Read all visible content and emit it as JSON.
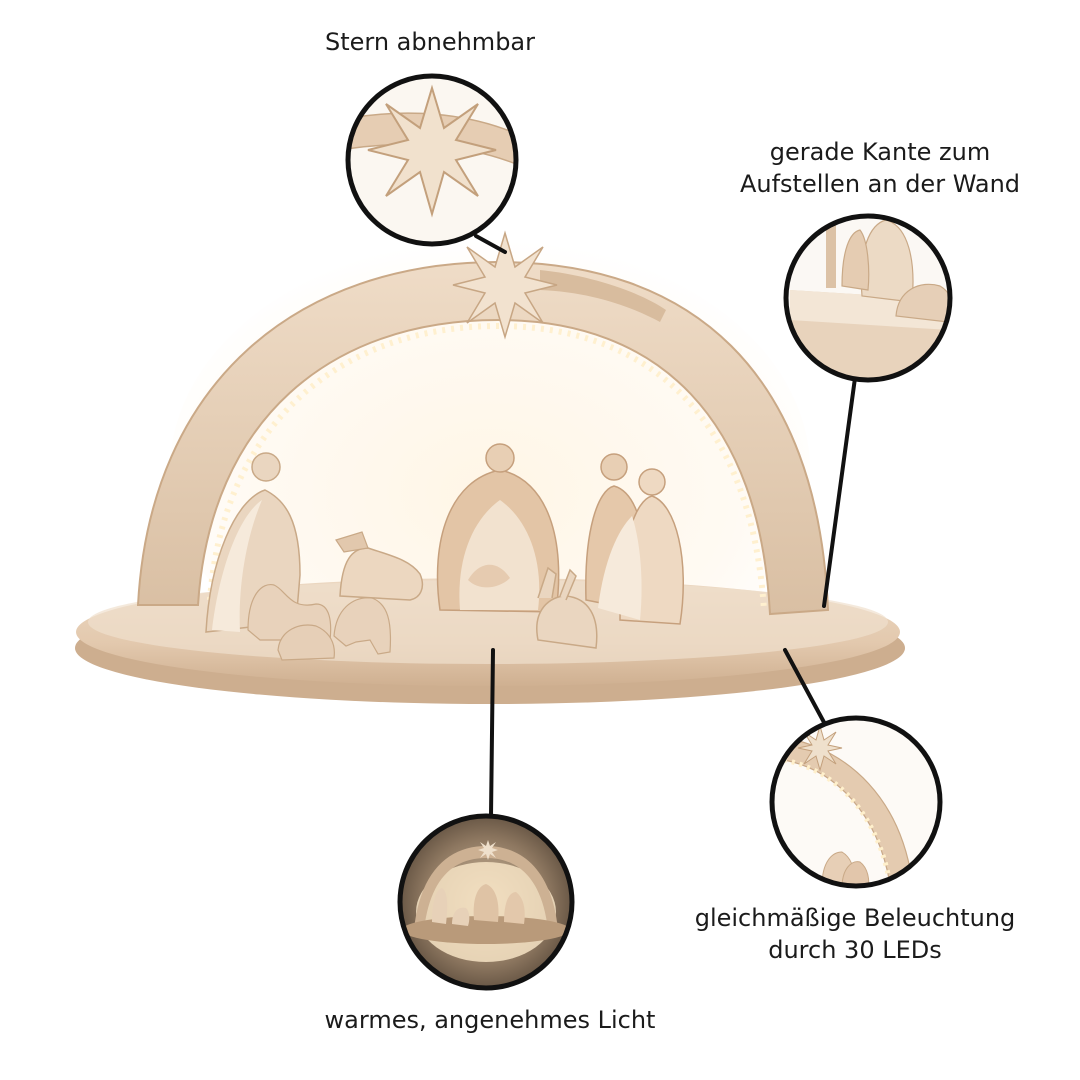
{
  "annotations": {
    "star": {
      "text": "Stern abnehmbar"
    },
    "edge": {
      "line1": "gerade Kante zum",
      "line2": "Aufstellen an der Wand"
    },
    "leds": {
      "line1": "gleichmäßige Beleuchtung",
      "line2": "durch 30 LEDs"
    },
    "light": {
      "text": "warmes, angenehmes Licht"
    }
  },
  "colors": {
    "wood": "#e8d3bd",
    "wood_dark": "#c9ab8c",
    "glow": "#fff3dc",
    "outline": "#111111"
  },
  "icons": {
    "star": "eight-point-star-icon",
    "detail_circle": "zoom-circle-icon"
  }
}
